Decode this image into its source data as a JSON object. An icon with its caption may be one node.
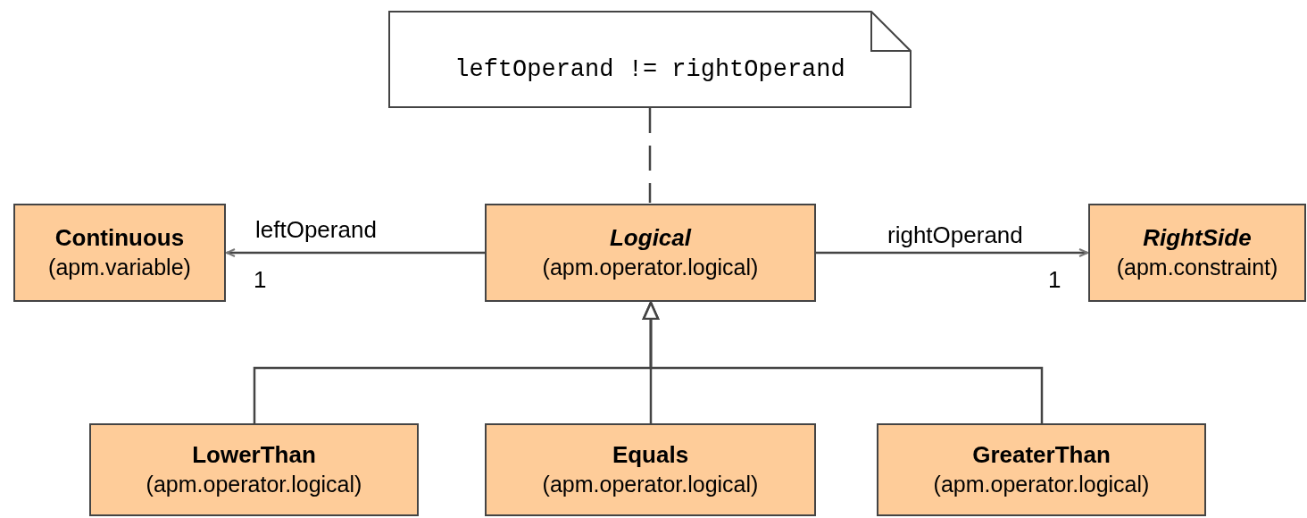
{
  "diagram": {
    "nodes": [
      {
        "text": [
          "leftOperand != rightOperand"
        ]
      },
      {
        "text": [
          "Continuous",
          "(apm.variable)"
        ]
      },
      {
        "text": [
          "Logical",
          "(apm.operator.logical)"
        ]
      },
      {
        "text": [
          "RightSide",
          "(apm.constraint)"
        ]
      },
      {
        "text": [
          "LowerThan",
          "(apm.operator.logical)"
        ]
      },
      {
        "text": [
          "Equals",
          "(apm.operator.logical)"
        ]
      },
      {
        "text": [
          "GreaterThan",
          "(apm.operator.logical)"
        ]
      }
    ],
    "edges": [
      {
        "from": 0,
        "to": 2,
        "arrow": "none",
        "style": "dashed"
      },
      {
        "from": 2,
        "to": 1,
        "arrow": "to",
        "label": "leftOperand"
      },
      {
        "from": 2,
        "to": 3,
        "arrow": "to",
        "label": "rightOperand"
      },
      {
        "from": 4,
        "to": 2,
        "arrow": "to"
      },
      {
        "from": 5,
        "to": 2,
        "arrow": "to"
      },
      {
        "from": 6,
        "to": 2,
        "arrow": "to"
      }
    ],
    "labels": [
      "1",
      "1"
    ]
  }
}
